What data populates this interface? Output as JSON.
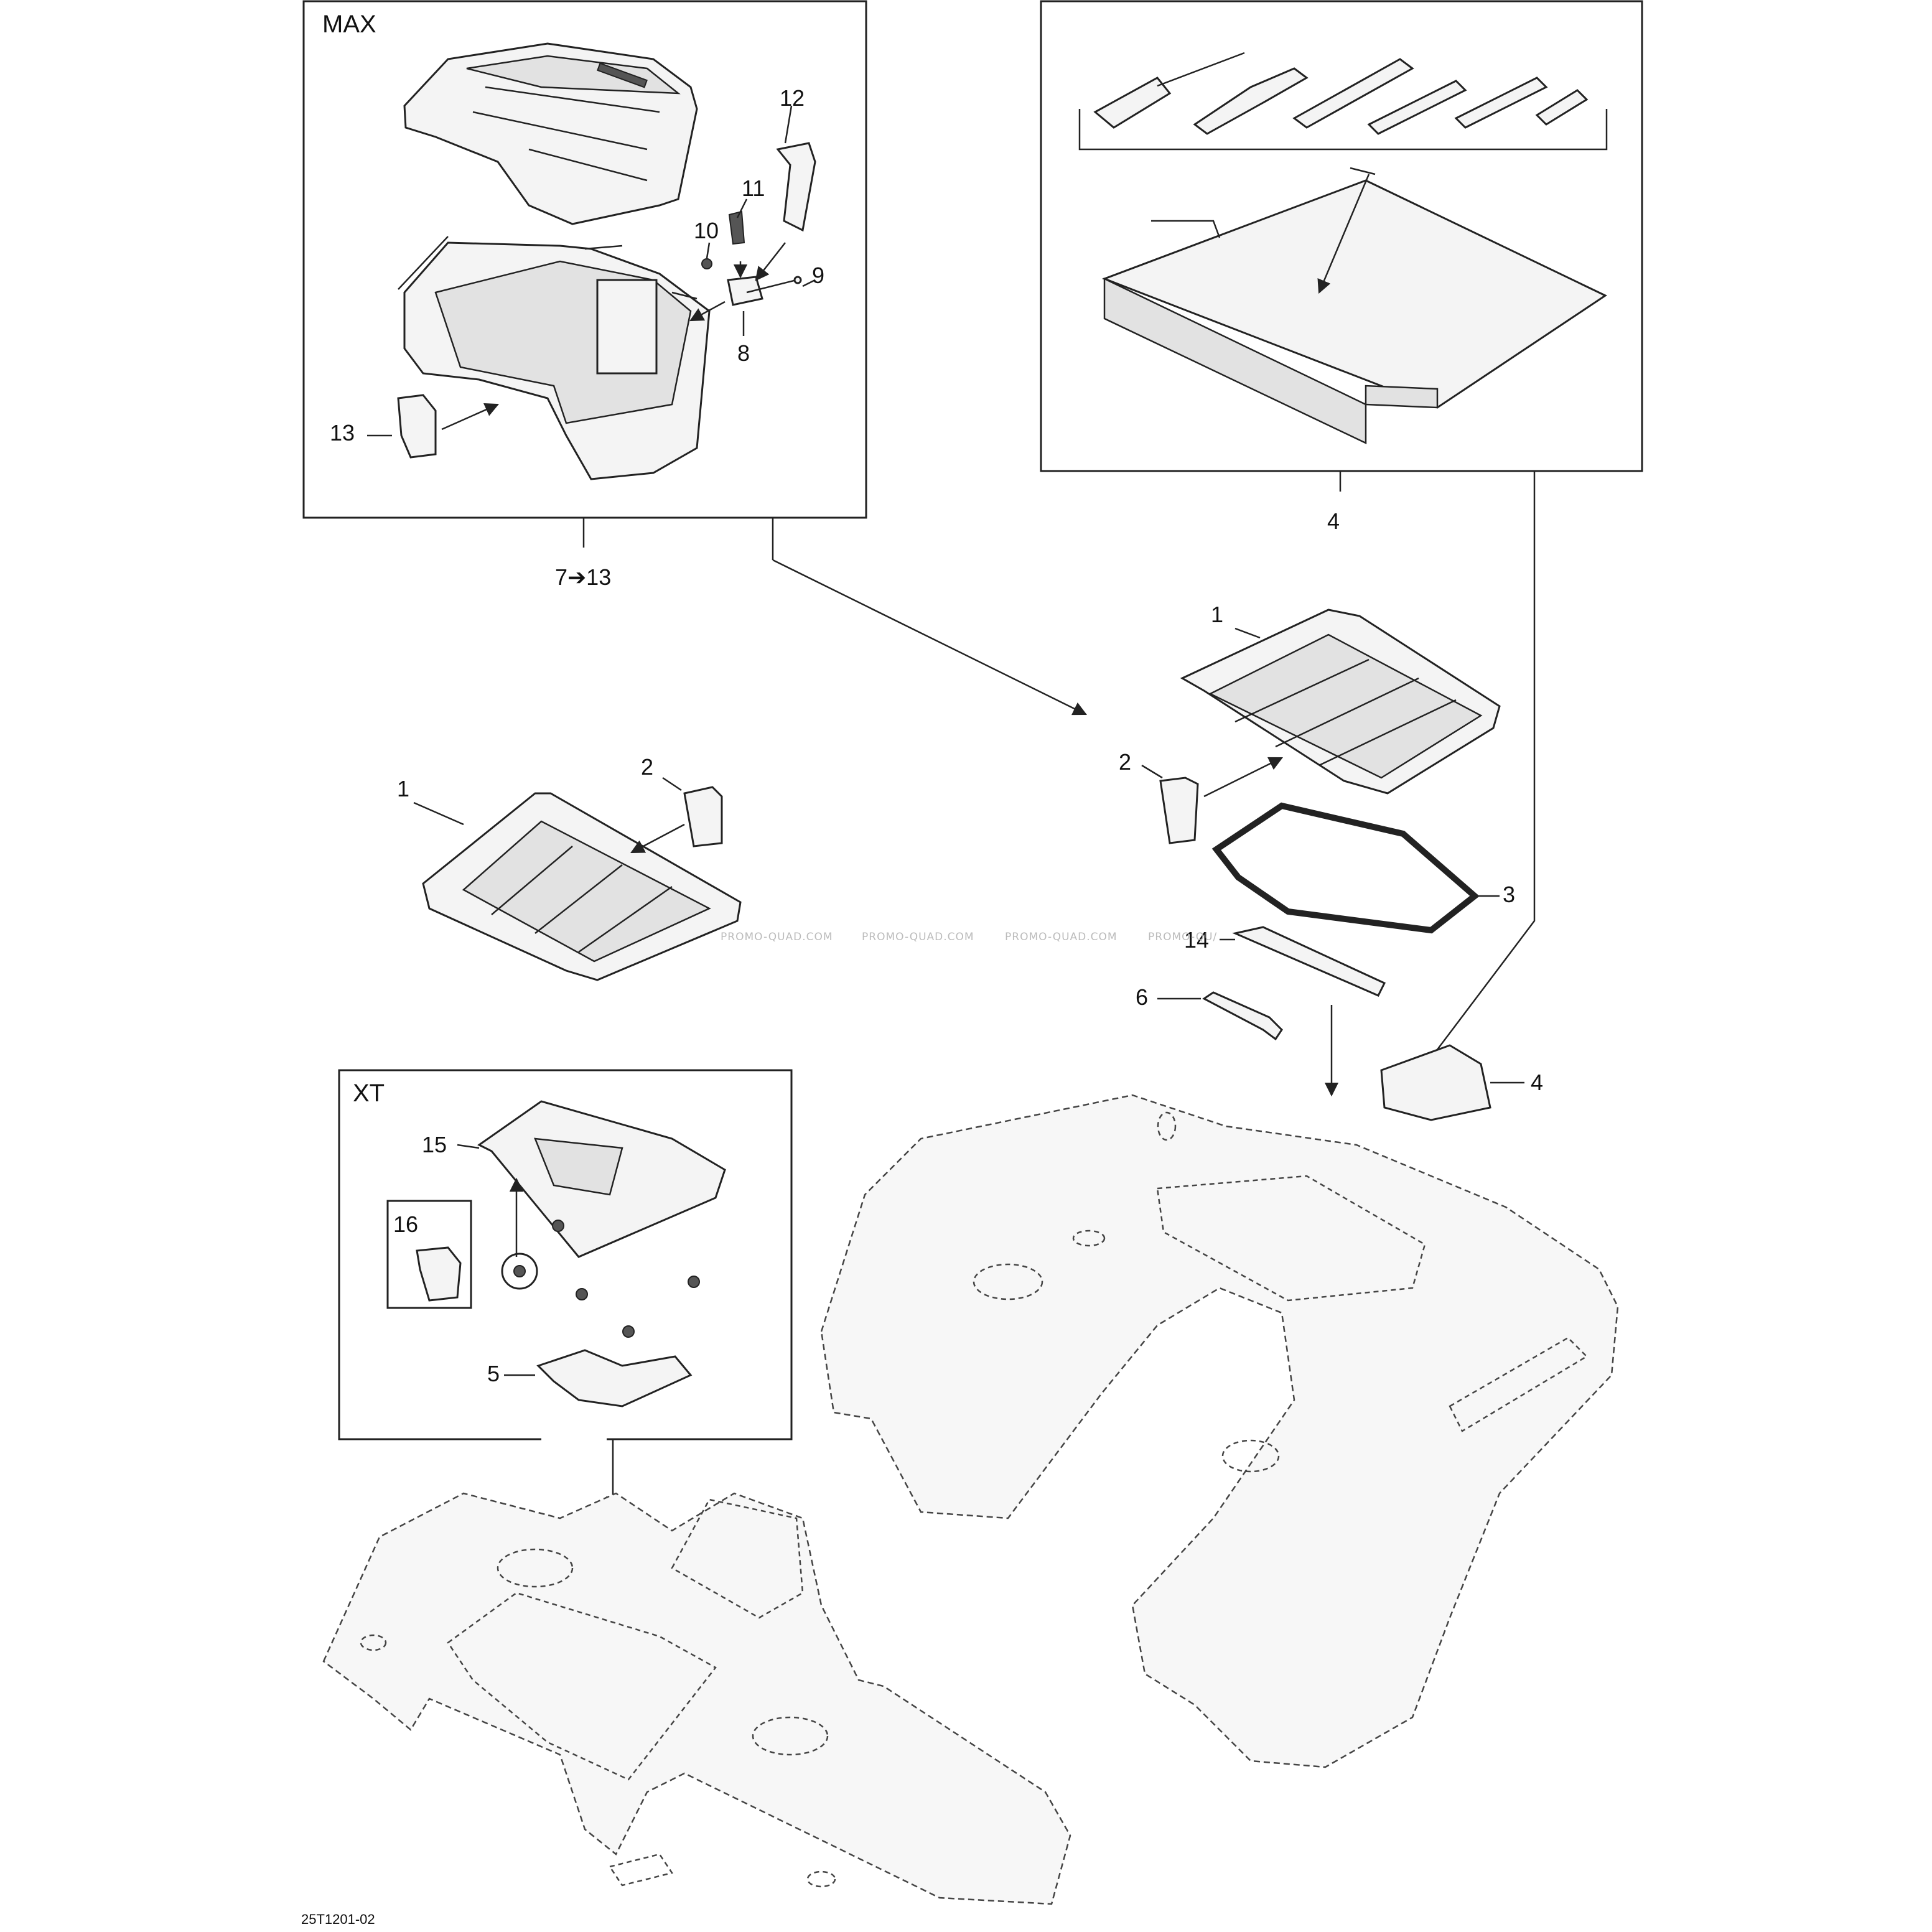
{
  "callouts": {
    "max_box": "MAX",
    "xt_box": "XT",
    "range_7_13": "7➔13",
    "c1a": "1",
    "c1b": "1",
    "c2a": "2",
    "c2b": "2",
    "c3": "3",
    "c4a": "4",
    "c4b": "4",
    "c5": "5",
    "c6": "6",
    "c8": "8",
    "c9": "9",
    "c10": "10",
    "c11": "11",
    "c12": "12",
    "c13": "13",
    "c14": "14",
    "c15": "15",
    "c16": "16"
  },
  "watermarks": [
    "PROMO-QUAD.COM",
    "PROMO-QUAD.COM",
    "PROMO-QUAD.COM",
    "PROMO-QU/"
  ],
  "reference_code": "25T1201-02",
  "colors": {
    "ink": "#222222",
    "part_fill": "#f4f4f4",
    "watermark": "#bbbbbb"
  }
}
